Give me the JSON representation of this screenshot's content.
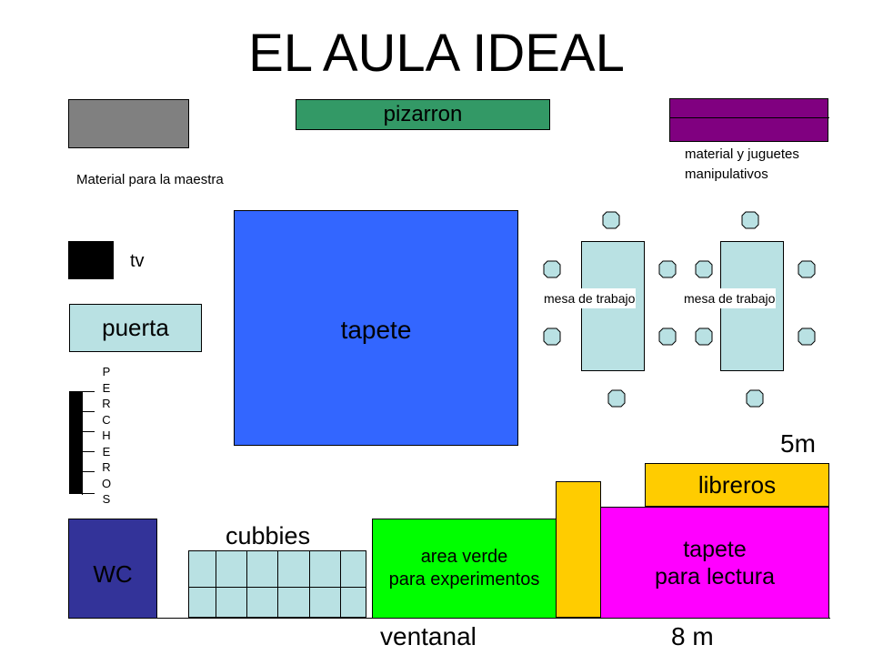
{
  "title": "EL AULA IDEAL",
  "labels": {
    "pizarron": "pizarron",
    "material_maestra": "Material para la maestra",
    "material_juguetes_line1": "material y  juguetes",
    "material_juguetes_line2": "manipulativos",
    "tv": "tv",
    "puerta": "puerta",
    "tapete": "tapete",
    "mesa1": "mesa de  trabajo",
    "mesa2": "mesa de  trabajo",
    "percheros_letters": [
      "P",
      "E",
      "R",
      "C",
      "H",
      "E",
      "R",
      "O",
      "S"
    ],
    "dim_5m": "5m",
    "libreros": "libreros",
    "cubbies": "cubbies",
    "wc": "WC",
    "area_verde_line1": "area verde",
    "area_verde_line2": "para experimentos",
    "tapete_lectura_line1": "tapete",
    "tapete_lectura_line2": "para lectura",
    "ventanal": "ventanal",
    "dim_8m": "8 m"
  },
  "colors": {
    "gray": "#808080",
    "green": "#339966",
    "purple": "#800080",
    "light_cyan": "#b9e1e3",
    "blue": "#3366ff",
    "yellow": "#ffcc00",
    "magenta": "#ff00ff",
    "lime": "#00ff00",
    "navy": "#333399",
    "black": "#000000"
  }
}
